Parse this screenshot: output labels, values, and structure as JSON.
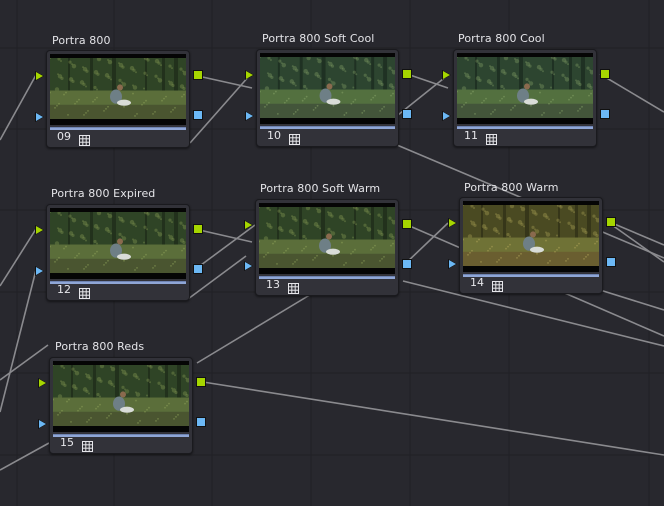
{
  "app": "Node Editor",
  "colors": {
    "background": "#28282e",
    "grid_line": "#222227",
    "connection": "#8a8a8e",
    "rgb_port": "#a6d600",
    "alpha_port": "#6cb8f5",
    "progress": "#8fa6d6"
  },
  "nodes": [
    {
      "id": "09",
      "label": "Portra 800",
      "number": "09",
      "tone": "neutral",
      "icon": "grid-icon"
    },
    {
      "id": "10",
      "label": "Portra 800 Soft Cool",
      "number": "10",
      "tone": "cool",
      "icon": "grid-icon"
    },
    {
      "id": "11",
      "label": "Portra 800 Cool",
      "number": "11",
      "tone": "cool",
      "icon": "grid-icon"
    },
    {
      "id": "12",
      "label": "Portra 800 Expired",
      "number": "12",
      "tone": "neutral",
      "icon": "grid-icon"
    },
    {
      "id": "13",
      "label": "Portra 800 Soft Warm",
      "number": "13",
      "tone": "neutral",
      "icon": "grid-icon"
    },
    {
      "id": "14",
      "label": "Portra 800 Warm",
      "number": "14",
      "tone": "warm",
      "icon": "grid-icon"
    },
    {
      "id": "15",
      "label": "Portra 800 Reds",
      "number": "15",
      "tone": "neutral",
      "icon": "grid-icon"
    }
  ]
}
